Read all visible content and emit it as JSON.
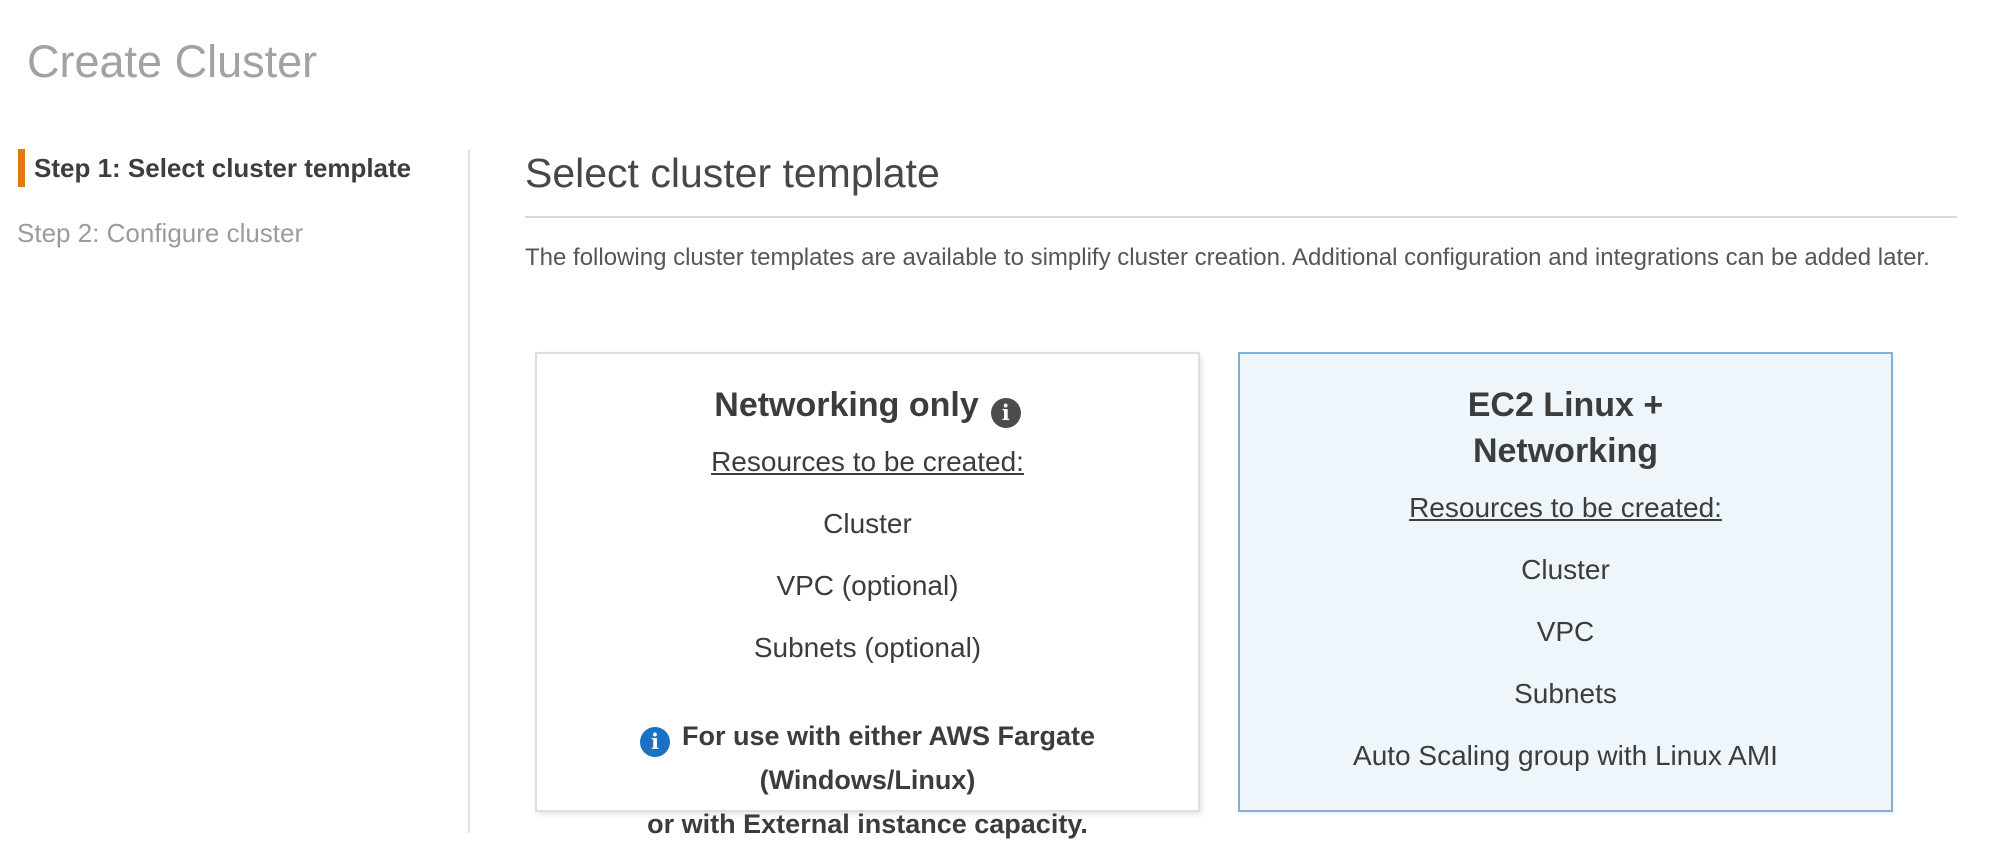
{
  "page": {
    "title": "Create Cluster"
  },
  "steps": [
    {
      "label": "Step 1: Select cluster template",
      "active": true
    },
    {
      "label": "Step 2: Configure cluster",
      "active": false
    }
  ],
  "section": {
    "heading": "Select cluster template",
    "description": "The following cluster templates are available to simplify cluster creation. Additional configuration and integrations can be added later."
  },
  "templates": [
    {
      "title": "Networking only",
      "info_icon": "info-circle",
      "resources_label": "Resources to be created:",
      "resources": [
        "Cluster",
        "VPC (optional)",
        "Subnets (optional)"
      ],
      "note": "For use with either AWS Fargate (Windows/Linux)\nor with External instance capacity.",
      "selected": false
    },
    {
      "title": "EC2 Linux +\nNetworking",
      "resources_label": "Resources to be created:",
      "resources": [
        "Cluster",
        "VPC",
        "Subnets",
        "Auto Scaling group with Linux AMI"
      ],
      "selected": true
    }
  ],
  "icons": {
    "info_glyph": "i"
  },
  "colors": {
    "accent_orange": "#e47911",
    "selected_card_bg": "#eef6fc",
    "selected_card_border": "#84aed2",
    "info_icon_blue": "#1b72c2",
    "info_icon_dark": "#4c4c4c"
  }
}
